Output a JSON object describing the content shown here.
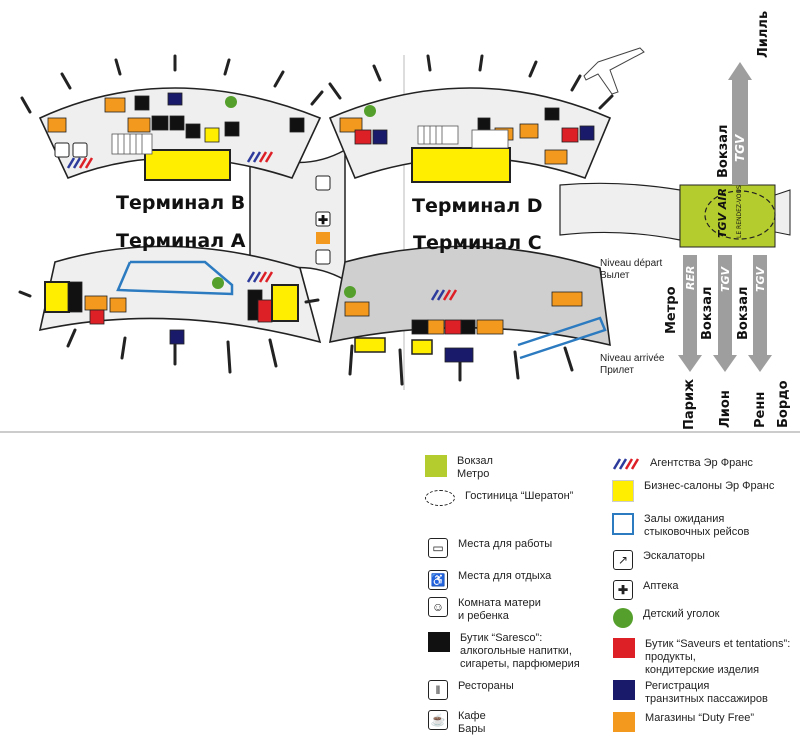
{
  "map": {
    "terminals": {
      "b": "Терминал B",
      "a": "Терминал A",
      "d": "Терминал D",
      "c": "Терминал C"
    },
    "levels": {
      "departure": "Niveau départ\nВылет",
      "arrival": "Niveau arrivée\nПрилет"
    },
    "station": {
      "tgv_air": "TGV AIR",
      "tgv_air_sub": "LE RENDEZ-VOUS",
      "lille_label": "Вокзал",
      "lille_tgv": "TGV",
      "lille_city": "Лилль"
    },
    "routes": [
      {
        "mode_top": "Метро",
        "mode_badge": "RER",
        "city": "Париж"
      },
      {
        "mode_top": "Вокзал",
        "mode_badge": "TGV",
        "city": "Лион"
      },
      {
        "mode_top": "Вокзал",
        "mode_badge": "TGV",
        "city": "Ренн"
      },
      {
        "city": "Бордо"
      }
    ]
  },
  "colors": {
    "station_green": "#b5cc2e",
    "business_yellow": "#ffee00",
    "saresco_black": "#111111",
    "saveurs_red": "#dd1f26",
    "transit_navy": "#1a1a6b",
    "duty_free_orange": "#f39a1e",
    "kids_green": "#55a02c",
    "transfer_blue": "#2c7bc0",
    "terminal_fill": "#efefef",
    "terminal_c_fill": "#cfcfcf"
  },
  "legend": {
    "left": [
      {
        "icon": "station-swatch-icon",
        "text": "Вокзал\nМетро"
      },
      {
        "icon": "hotel-oval-icon",
        "text": "Гостиница “Шератон”"
      },
      {
        "icon": "workspace-icon",
        "text": "Места для работы"
      },
      {
        "icon": "rest-seat-icon",
        "text": "Места для отдыха"
      },
      {
        "icon": "mother-child-icon",
        "text": "Комната матери\nи ребенка"
      },
      {
        "icon": "saresco-swatch-icon",
        "text": "Бутик “Saresco”:\nалкогольные напитки,\nсигареты, парфюмерия"
      },
      {
        "icon": "restaurant-icon",
        "text": "Рестораны"
      },
      {
        "icon": "cafe-icon",
        "text": "Кафе\nБары"
      }
    ],
    "right": [
      {
        "icon": "air-france-agency-icon",
        "text": "Агентства Эр Франс"
      },
      {
        "icon": "business-lounge-swatch-icon",
        "text": "Бизнес-салоны Эр Франс"
      },
      {
        "icon": "transfer-lounge-icon",
        "text": "Залы ожидания\nстыковочных рейсов"
      },
      {
        "icon": "escalator-icon",
        "text": "Эскалаторы"
      },
      {
        "icon": "pharmacy-icon",
        "text": "Аптека"
      },
      {
        "icon": "kids-area-icon",
        "text": "Детский уголок"
      },
      {
        "icon": "saveurs-swatch-icon",
        "text": "Бутик “Saveurs et tentations”:\nпродукты,\nкондитерские изделия"
      },
      {
        "icon": "transit-registration-swatch-icon",
        "text": "Регистрация\nтранзитных пассажиров"
      },
      {
        "icon": "duty-free-swatch-icon",
        "text": "Магазины “Duty Free”"
      }
    ]
  }
}
